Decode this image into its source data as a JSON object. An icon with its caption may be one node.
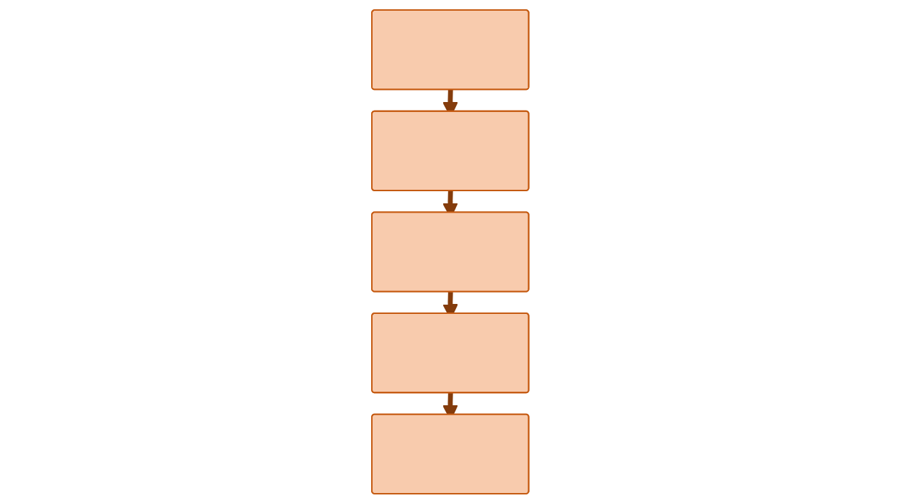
{
  "diagram": {
    "nodes": [
      {
        "text": [],
        "shape": "box"
      },
      {
        "text": [],
        "shape": "box"
      },
      {
        "text": [],
        "shape": "box"
      },
      {
        "text": [],
        "shape": "box"
      },
      {
        "text": [],
        "shape": "box"
      }
    ],
    "edges": [
      {
        "from": 0,
        "to": 1,
        "arrow": "to"
      },
      {
        "from": 1,
        "to": 2,
        "arrow": "to"
      },
      {
        "from": 2,
        "to": 3,
        "arrow": "to"
      },
      {
        "from": 3,
        "to": 4,
        "arrow": "to"
      }
    ]
  }
}
